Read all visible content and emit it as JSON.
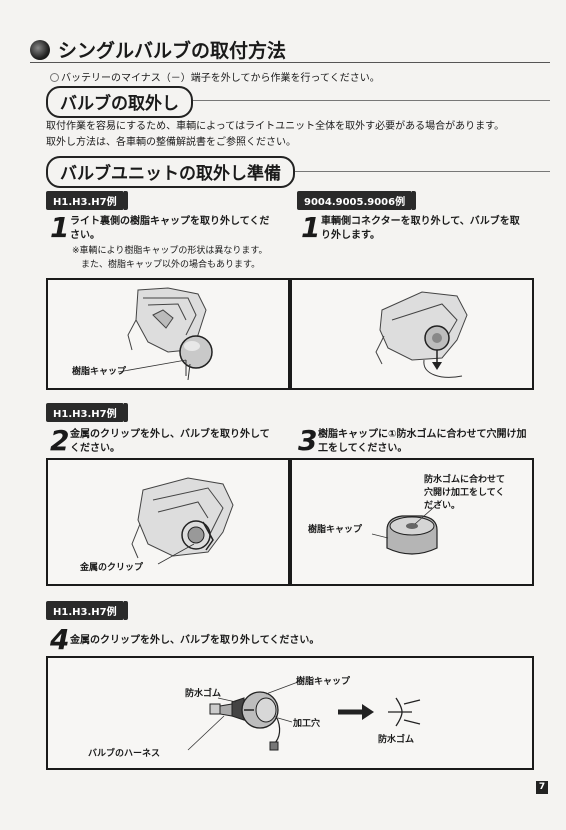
{
  "title": "シングルバルブの取付方法",
  "note_top": "バッテリーのマイナス（－）端子を外してから作業を行ってください。",
  "section1": {
    "heading": "バルブの取外し",
    "paragraph_line1": "取付作業を容易にするため、車輌によってはライトユニット全体を取外す必要がある場合があります。",
    "paragraph_line2": "取外し方法は、各車輌の整備解説書をご参照ください。"
  },
  "section2": {
    "heading": "バルブユニットの取外し準備"
  },
  "block1": {
    "tag_left": "H1.H3.H7例",
    "tag_right": "9004.9005.9006例",
    "step_left": {
      "number": "1",
      "line1": "ライト裏側の樹脂キャップを取り外してくだ",
      "line2": "さい。",
      "sub1": "※車輌により樹脂キャップの形状は異なります。",
      "sub2": "また、樹脂キャップ以外の場合もあります。"
    },
    "step_right": {
      "number": "1",
      "line1": "車輌側コネクターを取り外して、バルブを取",
      "line2": "り外します。"
    },
    "callout_left": "樹脂キャップ"
  },
  "block2": {
    "tag": "H1.H3.H7例",
    "step_left": {
      "number": "2",
      "line1": "金属のクリップを外し、バルブを取り外して",
      "line2": "ください。"
    },
    "step_right": {
      "number": "3",
      "line1": "樹脂キャップに①防水ゴムに合わせて穴開け加",
      "line2": "工をしてください。"
    },
    "callout_left": "金属のクリップ",
    "callout_right_cap": "樹脂キャップ",
    "callout_right_note1": "防水ゴムに合わせて",
    "callout_right_note2": "穴開け加工をしてく",
    "callout_right_note3": "ださい。"
  },
  "block3": {
    "tag": "H1.H3.H7例",
    "step": {
      "number": "4",
      "line1": "金属のクリップを外し、バルブを取り外してください。"
    },
    "callout_waterproof": "防水ゴム",
    "callout_cap": "樹脂キャップ",
    "callout_hole": "加工穴",
    "callout_harness": "バルブのハーネス",
    "callout_waterproof2": "防水ゴム"
  },
  "page_number": "7"
}
